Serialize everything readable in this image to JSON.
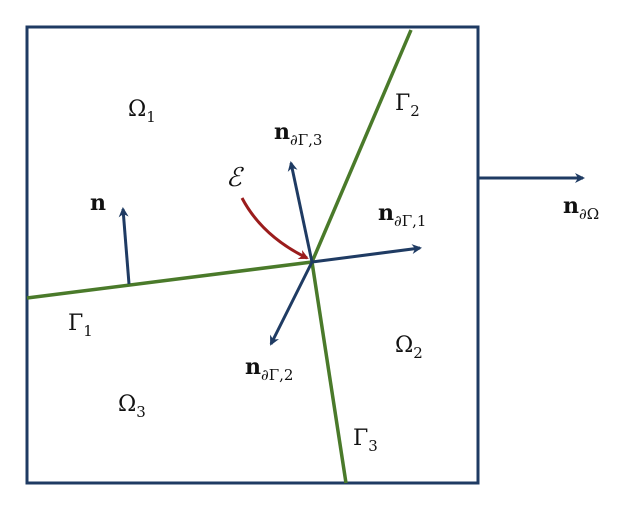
{
  "colors": {
    "box": "#1f3b63",
    "interface": "#4a7a2a",
    "normal_arrow": "#1f3b63",
    "edge_arrow": "#9b1c1c",
    "text": "#111111"
  },
  "labels": {
    "omega1": {
      "base": "Ω",
      "sub": "1"
    },
    "omega2": {
      "base": "Ω",
      "sub": "2"
    },
    "omega3": {
      "base": "Ω",
      "sub": "3"
    },
    "gamma1": {
      "base": "Γ",
      "sub": "1"
    },
    "gamma2": {
      "base": "Γ",
      "sub": "2"
    },
    "gamma3": {
      "base": "Γ",
      "sub": "3"
    },
    "n": "n",
    "n_dG1": {
      "base": "n",
      "sub": "∂Γ,1"
    },
    "n_dG2": {
      "base": "n",
      "sub": "∂Γ,2"
    },
    "n_dG3": {
      "base": "n",
      "sub": "∂Γ,3"
    },
    "n_dOmega": {
      "base": "n",
      "sub": "∂Ω"
    },
    "edge": "ℰ"
  }
}
